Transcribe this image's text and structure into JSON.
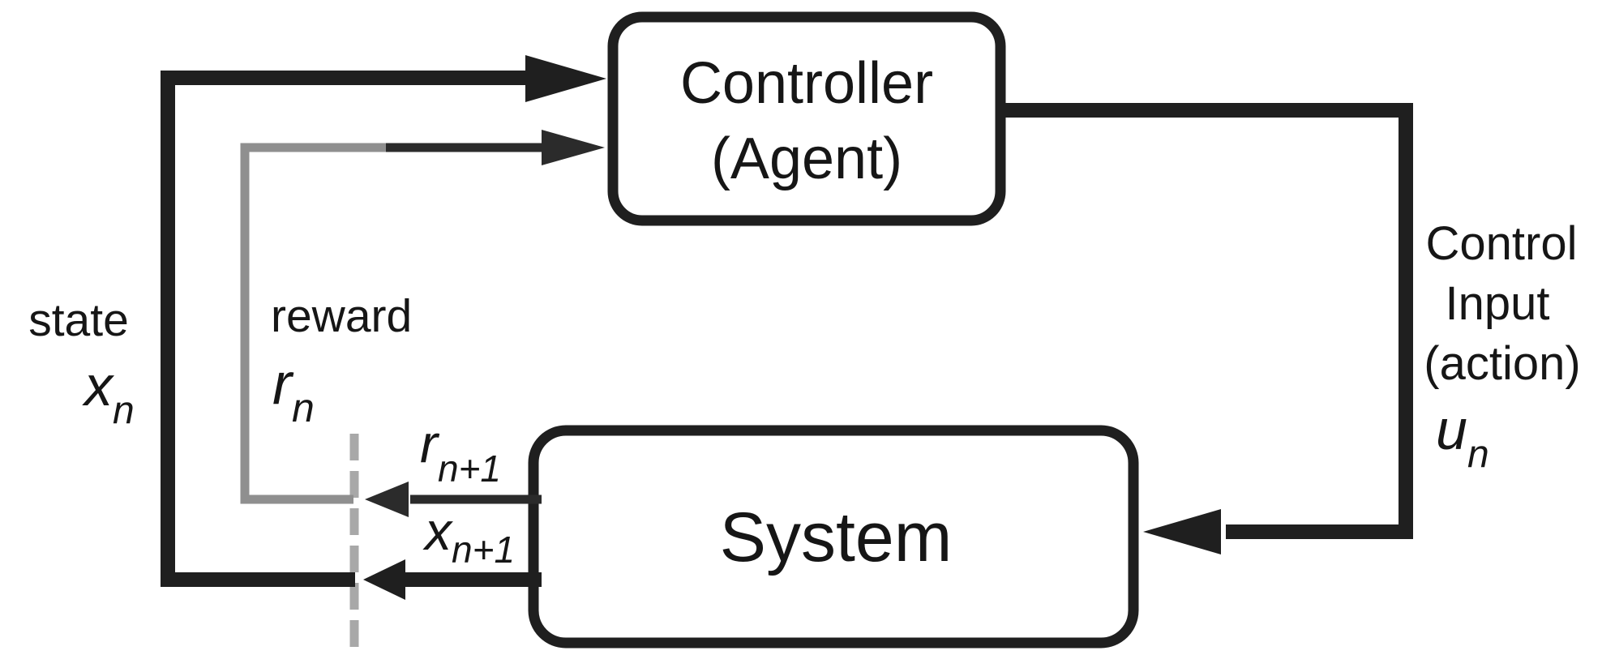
{
  "colors": {
    "background": "#ffffff",
    "line": "#1f1f1f",
    "line_secondary": "#2b2b2b",
    "line_gray": "#8f8f8f",
    "dash": "#a8a8a8",
    "box_border": "#1f1f1f",
    "box_fill": "#ffffff",
    "text": "#161616"
  },
  "nodes": {
    "controller": {
      "line1": "Controller",
      "line2": "(Agent)"
    },
    "system": {
      "label": "System"
    }
  },
  "edges": {
    "state": {
      "word": "state",
      "symbol": "x",
      "subscript": "n"
    },
    "reward": {
      "word": "reward",
      "symbol": "r",
      "subscript": "n"
    },
    "reward_next": {
      "symbol": "r",
      "subscript": "n+1"
    },
    "state_next": {
      "symbol": "x",
      "subscript": "n+1"
    },
    "control": {
      "line1": "Control",
      "line2": "Input",
      "line3": "(action)",
      "symbol": "u",
      "subscript": "n"
    }
  }
}
